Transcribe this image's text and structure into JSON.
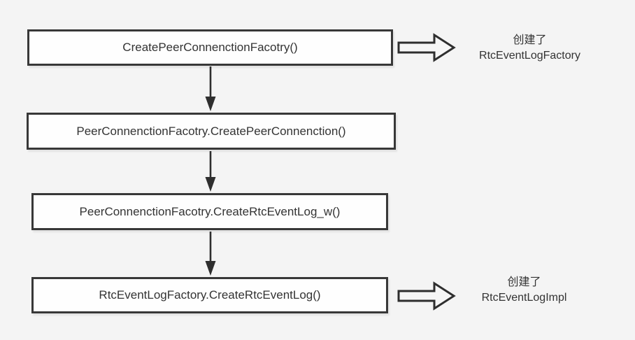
{
  "diagram": {
    "type": "flowchart",
    "nodes": [
      {
        "label": "CreatePeerConnenctionFacotry()"
      },
      {
        "label": "PeerConnenctionFacotry.CreatePeerConnenction()"
      },
      {
        "label": "PeerConnenctionFacotry.CreateRtcEventLog_w()"
      },
      {
        "label": "RtcEventLogFactory.CreateRtcEventLog()"
      }
    ],
    "edges": [
      {
        "from": 0,
        "to": 1,
        "style": "solid-down-arrow"
      },
      {
        "from": 1,
        "to": 2,
        "style": "solid-down-arrow"
      },
      {
        "from": 2,
        "to": 3,
        "style": "solid-down-arrow"
      }
    ],
    "annotations": [
      {
        "attached_to_node": 0,
        "line1": "创建了",
        "line2": "RtcEventLogFactory"
      },
      {
        "attached_to_node": 3,
        "line1": "创建了",
        "line2": "RtcEventLogImpl"
      }
    ],
    "colors": {
      "background": "#f4f4f4",
      "box_fill": "#fefefe",
      "box_border": "#383838",
      "arrow": "#2e2e2e",
      "text": "#333333"
    }
  }
}
